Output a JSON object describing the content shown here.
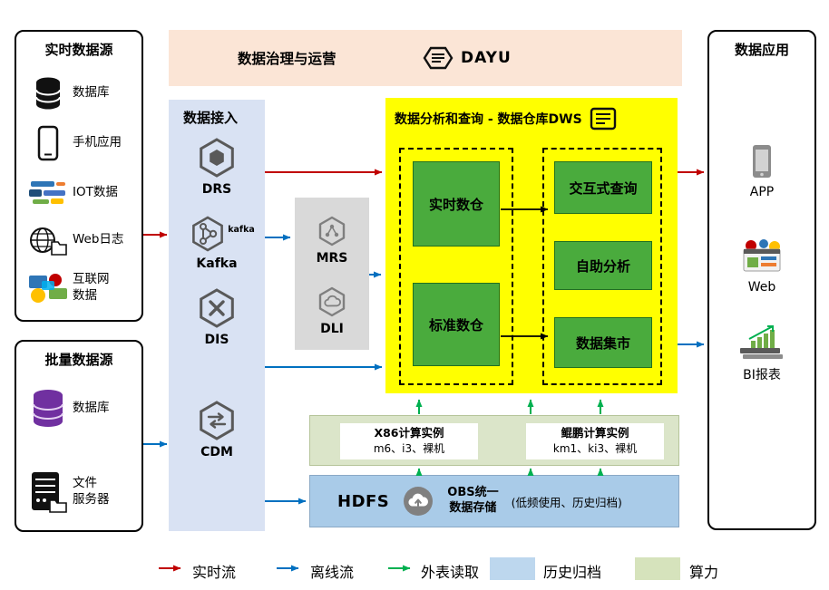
{
  "colors": {
    "realtime_flow": "#c00000",
    "offline_flow": "#0070c0",
    "external_read": "#00b050",
    "archive_swatch": "#bdd7ee",
    "compute_swatch": "#d6e3bc",
    "dws_panel": "#ffff00",
    "green_node": "#4aab3d"
  },
  "realtime_sources": {
    "title": "实时数据源",
    "items": [
      {
        "label": "数据库",
        "icon": "database-icon"
      },
      {
        "label": "手机应用",
        "icon": "phone-icon"
      },
      {
        "label": "IOT数据",
        "icon": "iot-icon"
      },
      {
        "label": "Web日志",
        "icon": "web-globe-icon"
      },
      {
        "label": "互联网\n数据",
        "icon": "internet-data-icon"
      }
    ]
  },
  "batch_sources": {
    "title": "批量数据源",
    "items": [
      {
        "label": "数据库",
        "icon": "database-purple-icon"
      },
      {
        "label": "文件\n服务器",
        "icon": "file-server-icon"
      }
    ]
  },
  "governance": {
    "title": "数据治理与运营",
    "logo_text": "DAYU"
  },
  "ingestion": {
    "title": "数据接入",
    "services": [
      {
        "label": "DRS"
      },
      {
        "label": "Kafka",
        "badge": "kafka"
      },
      {
        "label": "DIS"
      },
      {
        "label": "CDM"
      }
    ]
  },
  "processing": {
    "services": [
      {
        "label": "MRS"
      },
      {
        "label": "DLI"
      }
    ]
  },
  "dws": {
    "title": "数据分析和查询 - 数据仓库DWS",
    "realtime_warehouse": "实时数仓",
    "standard_warehouse": "标准数仓",
    "interactive_query": "交互式查询",
    "self_service_analysis": "自助分析",
    "data_mart": "数据集市"
  },
  "compute_layer": {
    "x86": {
      "title": "X86计算实例",
      "subtitle": "m6、i3、裸机"
    },
    "kunpeng": {
      "title": "鲲鹏计算实例",
      "subtitle": "km1、ki3、裸机"
    }
  },
  "storage_layer": {
    "hdfs": "HDFS",
    "obs_title": "OBS统一\n数据存储",
    "obs_note": "(低频使用、历史归档)"
  },
  "applications": {
    "title": "数据应用",
    "items": [
      {
        "label": "APP",
        "icon": "app-phone-icon"
      },
      {
        "label": "Web",
        "icon": "web-app-icon"
      },
      {
        "label": "BI报表",
        "icon": "bi-report-icon"
      }
    ]
  },
  "legend": {
    "realtime": "实时流",
    "offline": "离线流",
    "external": "外表读取",
    "archive": "历史归档",
    "compute": "算力"
  }
}
